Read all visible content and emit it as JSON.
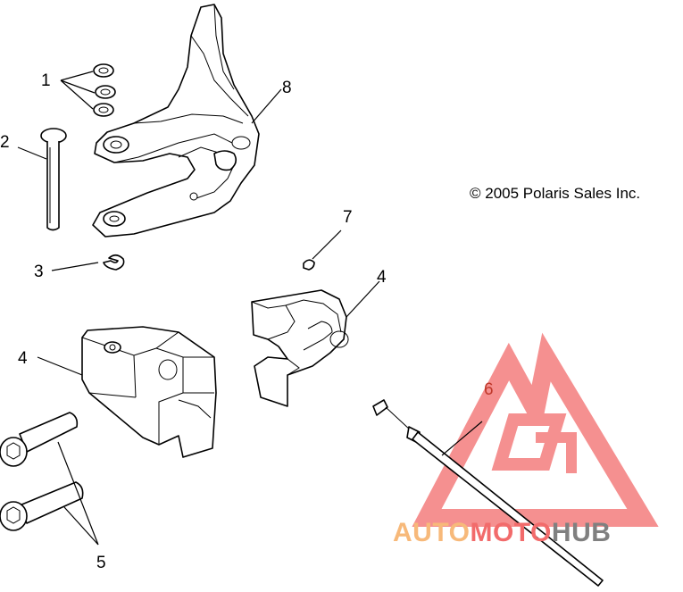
{
  "copyright": "© 2005 Polaris Sales Inc.",
  "callouts": {
    "c1": "1",
    "c2": "2",
    "c3": "3",
    "c4a": "4",
    "c4b": "4",
    "c5": "5",
    "c6": "6",
    "c7": "7",
    "c8": "8"
  },
  "watermark": {
    "part1": "AUTO",
    "part2": "MOTO",
    "part3": "HUB",
    "color_auto": "#f7b97a",
    "color_moto": "#f26b6b",
    "color_hub": "#808080",
    "logo_color": "#f26b6b"
  }
}
